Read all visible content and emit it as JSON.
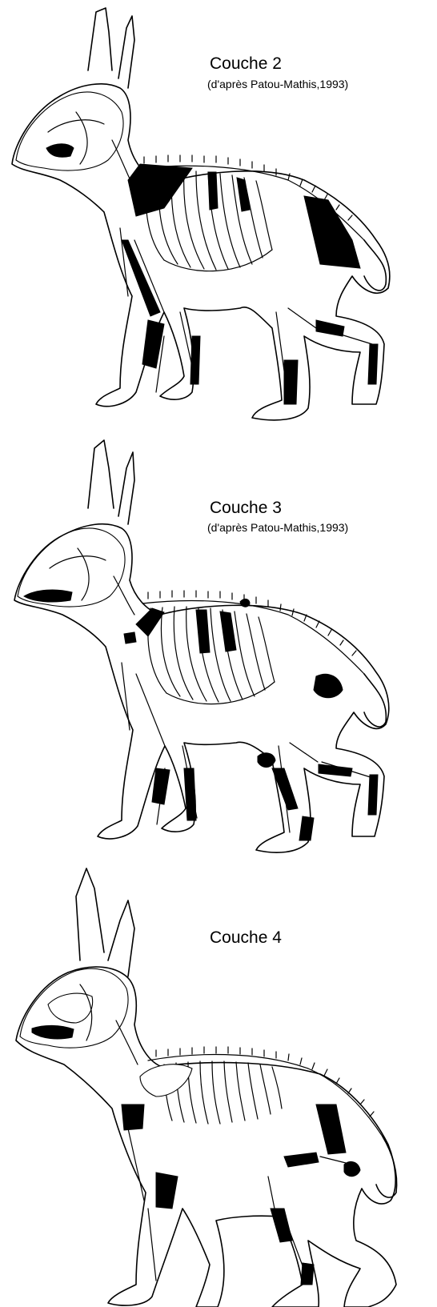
{
  "panels": [
    {
      "title": "Couche 2",
      "credit": "(d'après Patou-Mathis,1993)"
    },
    {
      "title": "Couche 3",
      "credit": "(d'après Patou-Mathis,1993)"
    },
    {
      "title": "Couche 4",
      "credit": ""
    }
  ],
  "colors": {
    "outline": "#000000",
    "background": "#ffffff",
    "preserved_bone": "#000000"
  }
}
